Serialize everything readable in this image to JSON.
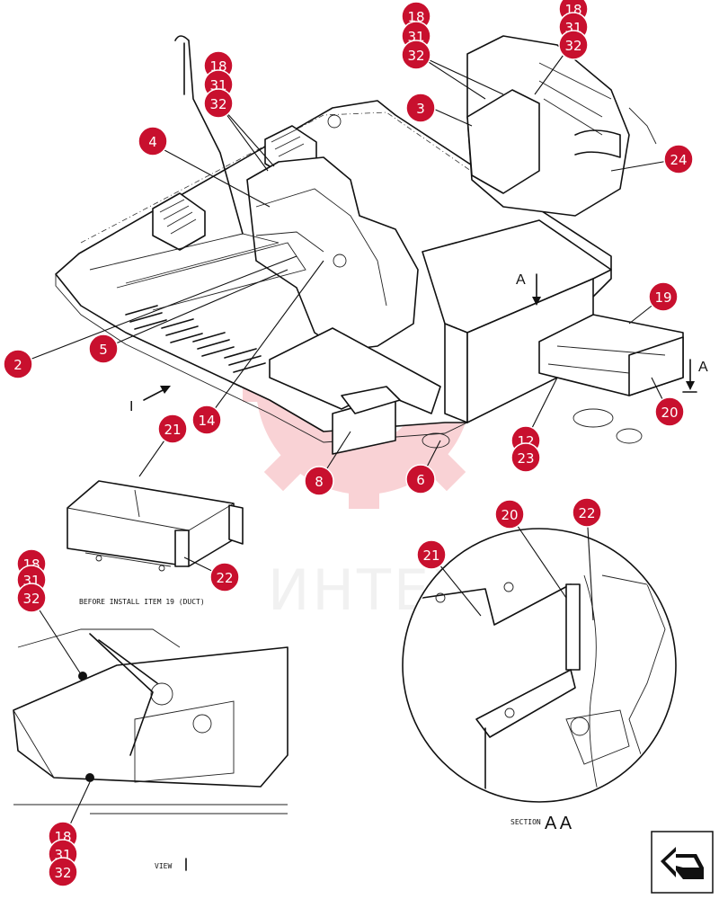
{
  "diagram": {
    "notes": {
      "before_install": "BEFORE INSTALL ITEM 19 (DUCT)",
      "view": "VIEW",
      "section_word": "SECTION",
      "section_letters": "A A"
    },
    "view_arrows": {
      "a_label": "A",
      "a_label_right": "A",
      "i_label": "I"
    },
    "watermark": {
      "text": "ИНТЕХ",
      "color": "#e8505b"
    },
    "callout_color": "#c8102e",
    "callouts": [
      {
        "id": "c18a",
        "label": "18"
      },
      {
        "id": "c31a",
        "label": "31"
      },
      {
        "id": "c32a",
        "label": "32"
      },
      {
        "id": "c18b",
        "label": "18"
      },
      {
        "id": "c31b",
        "label": "31"
      },
      {
        "id": "c32b",
        "label": "32"
      },
      {
        "id": "c18c",
        "label": "18"
      },
      {
        "id": "c31c",
        "label": "31"
      },
      {
        "id": "c32c",
        "label": "32"
      },
      {
        "id": "c3",
        "label": "3"
      },
      {
        "id": "c24",
        "label": "24"
      },
      {
        "id": "c4",
        "label": "4"
      },
      {
        "id": "c2",
        "label": "2"
      },
      {
        "id": "c5",
        "label": "5"
      },
      {
        "id": "c14",
        "label": "14"
      },
      {
        "id": "c8",
        "label": "8"
      },
      {
        "id": "c6",
        "label": "6"
      },
      {
        "id": "c19",
        "label": "19"
      },
      {
        "id": "c20a",
        "label": "20"
      },
      {
        "id": "c12",
        "label": "12"
      },
      {
        "id": "c23",
        "label": "23"
      },
      {
        "id": "c21a",
        "label": "21"
      },
      {
        "id": "c22a",
        "label": "22"
      },
      {
        "id": "c18d",
        "label": "18"
      },
      {
        "id": "c31d",
        "label": "31"
      },
      {
        "id": "c32d",
        "label": "32"
      },
      {
        "id": "c18e",
        "label": "18"
      },
      {
        "id": "c31e",
        "label": "31"
      },
      {
        "id": "c32e",
        "label": "32"
      },
      {
        "id": "c21b",
        "label": "21"
      },
      {
        "id": "c20b",
        "label": "20"
      },
      {
        "id": "c22b",
        "label": "22"
      }
    ],
    "nav_icon": "return-arrow-icon"
  }
}
